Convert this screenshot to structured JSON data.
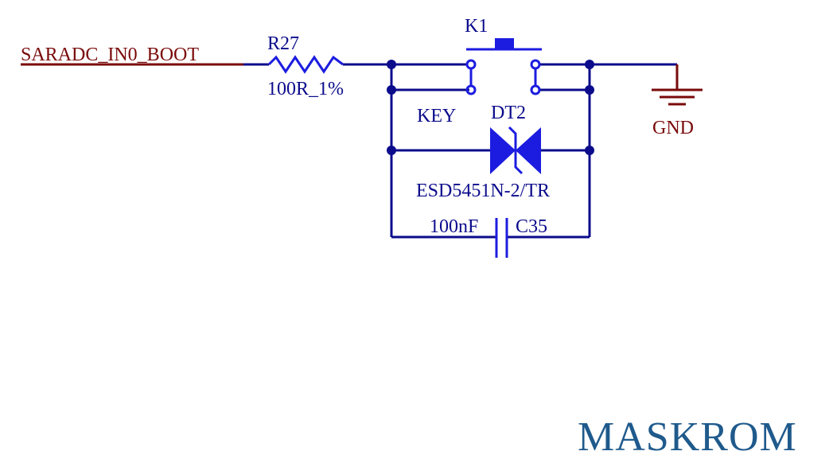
{
  "net": {
    "name": "SARADC_IN0_BOOT",
    "ground": "GND"
  },
  "resistor": {
    "ref": "R27",
    "value": "100R_1%"
  },
  "switch": {
    "ref": "K1",
    "label": "KEY"
  },
  "tvs": {
    "ref": "DT2",
    "part": "ESD5451N-2/TR"
  },
  "capacitor": {
    "ref": "C35",
    "value": "100nF"
  },
  "title": "MASKROM",
  "colors": {
    "wire": "#0b0b8c",
    "component": "#1c1ce0",
    "net_label": "#7a0a0a",
    "title": "#1f5a8c"
  }
}
